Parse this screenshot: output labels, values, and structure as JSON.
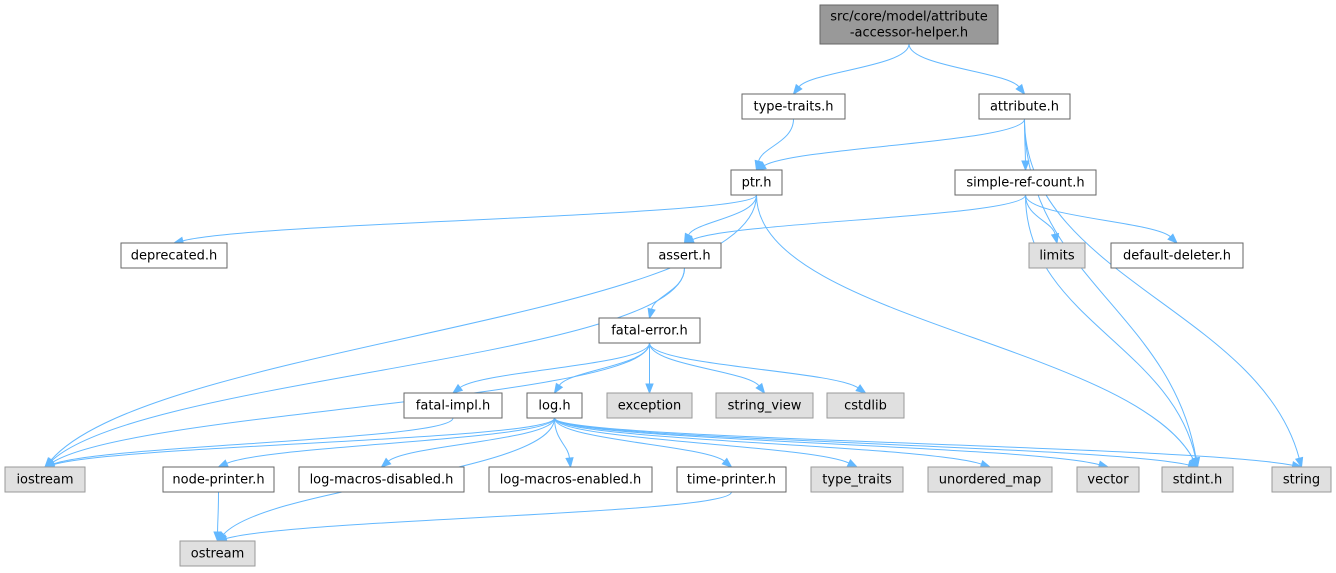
{
  "colors": {
    "edge": "#63b8ff",
    "root_fill": "#999999",
    "local_fill": "#ffffff",
    "system_fill": "#e0e0e0",
    "border": "#666666"
  },
  "nodes": [
    {
      "id": "root",
      "lines": [
        "src/core/model/attribute",
        "-accessor-helper.h"
      ],
      "kind": "root"
    },
    {
      "id": "type_traits_h",
      "lines": [
        "type-traits.h"
      ],
      "kind": "local"
    },
    {
      "id": "attribute_h",
      "lines": [
        "attribute.h"
      ],
      "kind": "local"
    },
    {
      "id": "ptr_h",
      "lines": [
        "ptr.h"
      ],
      "kind": "local"
    },
    {
      "id": "simple_ref_count_h",
      "lines": [
        "simple-ref-count.h"
      ],
      "kind": "local"
    },
    {
      "id": "deprecated_h",
      "lines": [
        "deprecated.h"
      ],
      "kind": "local"
    },
    {
      "id": "assert_h",
      "lines": [
        "assert.h"
      ],
      "kind": "local"
    },
    {
      "id": "limits",
      "lines": [
        "limits"
      ],
      "kind": "system"
    },
    {
      "id": "default_deleter_h",
      "lines": [
        "default-deleter.h"
      ],
      "kind": "local"
    },
    {
      "id": "fatal_error_h",
      "lines": [
        "fatal-error.h"
      ],
      "kind": "local"
    },
    {
      "id": "fatal_impl_h",
      "lines": [
        "fatal-impl.h"
      ],
      "kind": "local"
    },
    {
      "id": "log_h",
      "lines": [
        "log.h"
      ],
      "kind": "local"
    },
    {
      "id": "exception",
      "lines": [
        "exception"
      ],
      "kind": "system"
    },
    {
      "id": "string_view",
      "lines": [
        "string_view"
      ],
      "kind": "system"
    },
    {
      "id": "cstdlib",
      "lines": [
        "cstdlib"
      ],
      "kind": "system"
    },
    {
      "id": "iostream",
      "lines": [
        "iostream"
      ],
      "kind": "system"
    },
    {
      "id": "node_printer_h",
      "lines": [
        "node-printer.h"
      ],
      "kind": "local"
    },
    {
      "id": "log_macros_disabled_h",
      "lines": [
        "log-macros-disabled.h"
      ],
      "kind": "local"
    },
    {
      "id": "log_macros_enabled_h",
      "lines": [
        "log-macros-enabled.h"
      ],
      "kind": "local"
    },
    {
      "id": "time_printer_h",
      "lines": [
        "time-printer.h"
      ],
      "kind": "local"
    },
    {
      "id": "type_traits",
      "lines": [
        "type_traits"
      ],
      "kind": "system"
    },
    {
      "id": "unordered_map",
      "lines": [
        "unordered_map"
      ],
      "kind": "system"
    },
    {
      "id": "vector",
      "lines": [
        "vector"
      ],
      "kind": "system"
    },
    {
      "id": "stdint_h",
      "lines": [
        "stdint.h"
      ],
      "kind": "system"
    },
    {
      "id": "string",
      "lines": [
        "string"
      ],
      "kind": "system"
    },
    {
      "id": "ostream",
      "lines": [
        "ostream"
      ],
      "kind": "system"
    }
  ],
  "edges": [
    [
      "root",
      "type_traits_h"
    ],
    [
      "root",
      "attribute_h"
    ],
    [
      "type_traits_h",
      "ptr_h"
    ],
    [
      "attribute_h",
      "ptr_h"
    ],
    [
      "attribute_h",
      "simple_ref_count_h"
    ],
    [
      "attribute_h",
      "stdint_h"
    ],
    [
      "attribute_h",
      "string"
    ],
    [
      "ptr_h",
      "deprecated_h"
    ],
    [
      "ptr_h",
      "assert_h"
    ],
    [
      "ptr_h",
      "iostream"
    ],
    [
      "ptr_h",
      "stdint_h"
    ],
    [
      "simple_ref_count_h",
      "assert_h"
    ],
    [
      "simple_ref_count_h",
      "limits"
    ],
    [
      "simple_ref_count_h",
      "default_deleter_h"
    ],
    [
      "simple_ref_count_h",
      "stdint_h"
    ],
    [
      "assert_h",
      "fatal_error_h"
    ],
    [
      "assert_h",
      "iostream"
    ],
    [
      "fatal_error_h",
      "fatal_impl_h"
    ],
    [
      "fatal_error_h",
      "log_h"
    ],
    [
      "fatal_error_h",
      "exception"
    ],
    [
      "fatal_error_h",
      "string_view"
    ],
    [
      "fatal_error_h",
      "cstdlib"
    ],
    [
      "fatal_error_h",
      "iostream"
    ],
    [
      "fatal_impl_h",
      "iostream"
    ],
    [
      "log_h",
      "iostream"
    ],
    [
      "log_h",
      "ostream"
    ],
    [
      "log_h",
      "node_printer_h"
    ],
    [
      "log_h",
      "log_macros_disabled_h"
    ],
    [
      "log_h",
      "log_macros_enabled_h"
    ],
    [
      "log_h",
      "time_printer_h"
    ],
    [
      "log_h",
      "type_traits"
    ],
    [
      "log_h",
      "unordered_map"
    ],
    [
      "log_h",
      "vector"
    ],
    [
      "log_h",
      "stdint_h"
    ],
    [
      "log_h",
      "string"
    ],
    [
      "node_printer_h",
      "ostream"
    ],
    [
      "time_printer_h",
      "ostream"
    ]
  ]
}
